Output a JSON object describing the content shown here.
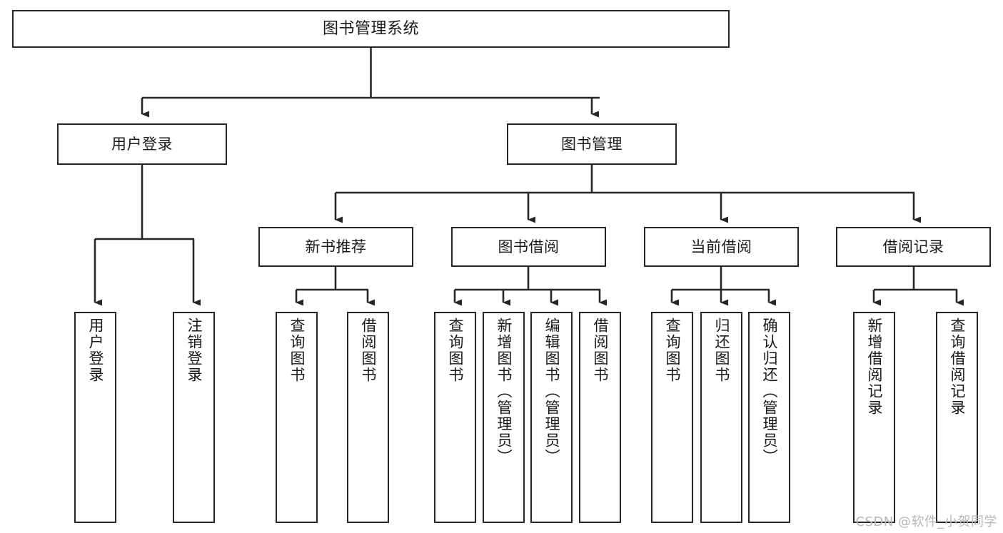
{
  "diagram": {
    "type": "tree-hierarchy-chart",
    "title": "图书管理系统",
    "stroke_color": "#262626",
    "background_color": "#ffffff",
    "watermark": "CSDN @软件_小贺同学",
    "levels": {
      "level1": [
        "图书管理系统"
      ],
      "level2": [
        "用户登录",
        "图书管理"
      ],
      "level3": [
        "新书推荐",
        "图书借阅",
        "当前借阅",
        "借阅记录"
      ],
      "level4": [
        "用户登录",
        "注销登录",
        "查询图书",
        "借阅图书",
        "查询图书",
        "新增图书（管理员）",
        "编辑图书（管理员）",
        "借阅图书",
        "查询图书",
        "归还图书",
        "确认归还（管理员）",
        "新增借阅记录",
        "查询借阅记录"
      ]
    },
    "nodes": {
      "root": {
        "label": "图书管理系统"
      },
      "user_login": {
        "label": "用户登录"
      },
      "book_manage": {
        "label": "图书管理"
      },
      "new_book_rec": {
        "label": "新书推荐"
      },
      "book_borrow": {
        "label": "图书借阅"
      },
      "current_borrow": {
        "label": "当前借阅"
      },
      "borrow_record": {
        "label": "借阅记录"
      },
      "leaf_user_login": {
        "label": "用户登录"
      },
      "leaf_logout": {
        "label": "注销登录"
      },
      "leaf_query_book_1": {
        "label": "查询图书"
      },
      "leaf_borrow_book_1": {
        "label": "借阅图书"
      },
      "leaf_query_book_2": {
        "label": "查询图书"
      },
      "leaf_add_book_admin": {
        "label": "新增图书（管理员）"
      },
      "leaf_edit_book_admin": {
        "label": "编辑图书（管理员）"
      },
      "leaf_borrow_book_2": {
        "label": "借阅图书"
      },
      "leaf_query_book_3": {
        "label": "查询图书"
      },
      "leaf_return_book": {
        "label": "归还图书"
      },
      "leaf_confirm_return_admin": {
        "label": "确认归还（管理员）"
      },
      "leaf_add_borrow_record": {
        "label": "新增借阅记录"
      },
      "leaf_query_borrow_record": {
        "label": "查询借阅记录"
      }
    }
  }
}
